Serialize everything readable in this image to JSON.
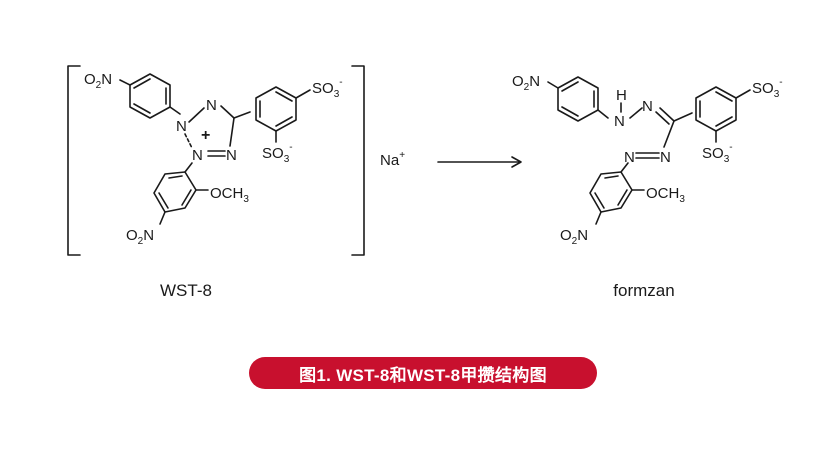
{
  "reactant": {
    "label": "WST-8",
    "counter_ion": "Na",
    "counter_ion_charge": "+",
    "groups": {
      "nitro_top": "O2N",
      "nitro_bottom": "O2N",
      "methoxy": "OCH3",
      "sulfonate_top": "SO3-",
      "sulfonate_bottom": "SO3-",
      "ring_n": "N",
      "charge": "+"
    }
  },
  "product": {
    "label": "formzan",
    "groups": {
      "nitro_top": "O2N",
      "nitro_bottom": "O2N",
      "methoxy": "OCH3",
      "sulfonate_top": "SO3-",
      "sulfonate_bottom": "SO3-",
      "hydrogen": "H",
      "azo": "N═N"
    }
  },
  "caption": {
    "text": "图1. WST-8和WST-8甲攒结构图",
    "background": "#c8102e",
    "text_color": "#ffffff"
  },
  "arrow": {
    "direction": "right"
  }
}
